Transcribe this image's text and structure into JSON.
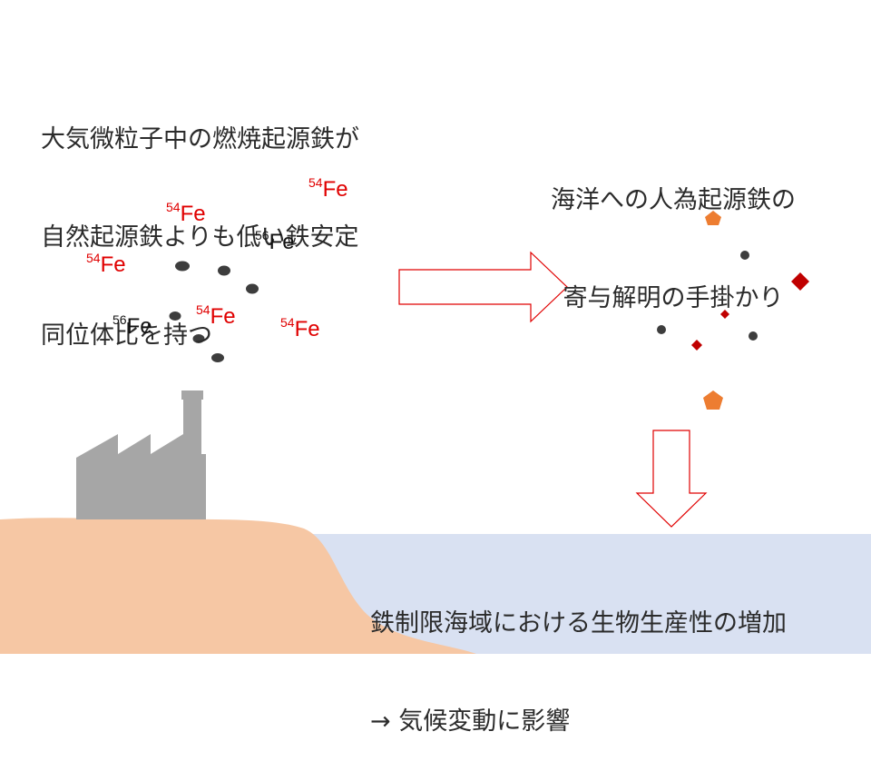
{
  "text": {
    "claim_line1": "大気微粒子中の燃焼起源鉄が",
    "claim_line2": "自然起源鉄よりも低い鉄安定",
    "claim_line3": "同位体比を持つ",
    "result_line1": "海洋への人為起源鉄の",
    "result_line2": "寄与解明の手掛かり",
    "impact_line1": "鉄制限海域における生物生産性の増加",
    "impact_line2": "→ 気候変動に影響"
  },
  "isotopes": {
    "fe54": {
      "mass": "54",
      "symbol": "Fe"
    },
    "fe56": {
      "mass": "56",
      "symbol": "Fe"
    }
  },
  "colors": {
    "fe54": "#e00000",
    "fe56": "#111111",
    "particle": "#3d3d3d",
    "factory": "#a6a6a6",
    "land": "#f6c7a4",
    "ocean": "#d9e1f2",
    "arrow_outline": "#e00000",
    "pentagon": "#ed7d31",
    "diamond": "#c00000"
  },
  "icons": [
    "factory-icon",
    "right-arrow-icon",
    "down-arrow-icon",
    "pentagon-marker",
    "diamond-marker",
    "particle-dot"
  ]
}
